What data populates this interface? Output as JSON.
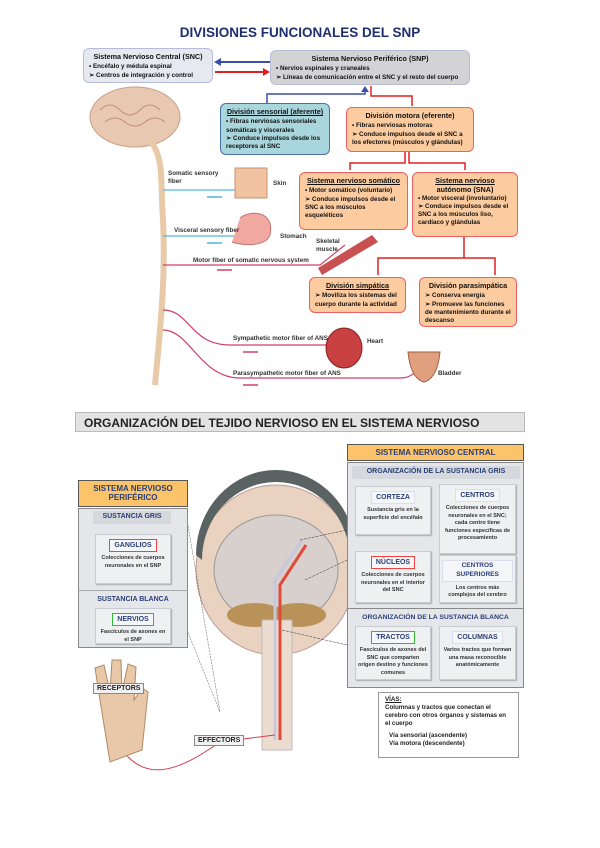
{
  "top": {
    "title": "DIVISIONES FUNCIONALES DEL SNP",
    "snc": {
      "title": "Sistema Nervioso Central  (SNC)",
      "items": [
        "• Encéfalo y médula espinal",
        "➢ Centros de integración y control"
      ]
    },
    "snp": {
      "title": "Sistema Nervioso Periférico (SNP)",
      "items": [
        "• Nervios espinales y craneales",
        "➢ Líneas de comunicación entre el SNC y el resto del cuerpo"
      ]
    },
    "sensorial": {
      "title": "División sensorial (aferente)",
      "items": [
        "• Fibras nerviosas sensoriales somáticas y viscerales",
        "➢ Conduce impulsos desde los receptores al SNC"
      ]
    },
    "motora": {
      "title": "División motora   (eferente)",
      "items": [
        "• Fibras nerviosas motoras",
        "➢ Conduce impulsos desde el SNC a los efectores (músculos y glándulas)"
      ]
    },
    "somatico": {
      "title": "Sistema nervioso somático",
      "items": [
        "• Motor somático (voluntario)",
        "➢ Conduce impulsos desde el SNC a los músculos esqueléticos"
      ]
    },
    "autonomo": {
      "title": "Sistema nervioso",
      "title2": "autónomo (SNA)",
      "items": [
        "• Motor visceral (involuntario)",
        "➢ Conduce impulsos desde el SNC a los músculos liso, cardíaco y glándulas"
      ]
    },
    "simpatica": {
      "title": "División simpática",
      "items": [
        "➢ Moviliza los sistemas del cuerpo durante la actividad"
      ]
    },
    "parasimpatica": {
      "title": "División parasimpática",
      "items": [
        "➢ Conserva energía",
        "➢ Promueve las funciones de mantenimiento durante el descanso"
      ]
    },
    "labels": {
      "somatic": "Somatic sensory fiber",
      "skin": "Skin",
      "visceral": "Visceral sensory fiber",
      "stomach": "Stomach",
      "skeletal": "Skeletal muscle",
      "motor": "Motor fiber of somatic nervous system",
      "sympathetic": "Sympathetic motor fiber of ANS",
      "heart": "Heart",
      "parasympathetic": "Parasympathetic motor fiber of ANS",
      "bladder": "Bladder"
    },
    "colors": {
      "afferent": "#3b4fa8",
      "efferent": "#e02020",
      "sensory_fiber": "#4fb6e0",
      "motor_fiber": "#d0406a"
    }
  },
  "bottom": {
    "title": "ORGANIZACIÓN DEL TEJIDO NERVIOSO EN EL SISTEMA NERVIOSO",
    "snc": {
      "header": "SISTEMA NERVIOSO CENTRAL",
      "gris": "ORGANIZACIÓN DE LA SUSTANCIA GRIS",
      "blanca": "ORGANIZACIÓN DE LA SUSTANCIA BLANCA",
      "corteza": {
        "k": "CORTEZA",
        "d": "Sustancia gris en la superficie del encéfalo"
      },
      "centros": {
        "k": "CENTROS",
        "d": "Colecciones de cuerpos neuronales en el SNC; cada centro tiene funciones específicas de procesamiento"
      },
      "nucleos": {
        "k": "NÚCLEOS",
        "d": "Colecciones de cuerpos neuronales en el interior del SNC"
      },
      "superiores": {
        "k": "CENTROS SUPERIORES",
        "d": "Los centros más complejos del cerebro"
      },
      "tractos": {
        "k": "TRACTOS",
        "d": "Fascículos de axones del SNC que comparten origen destino y funciones comunes"
      },
      "columnas": {
        "k": "COLUMNAS",
        "d": "Varios tractos que forman una masa reconocible anatómicamente"
      }
    },
    "snp": {
      "header": "SISTEMA NERVIOSO PERIFÉRICO",
      "gris": "SUSTANCIA GRIS",
      "blanca": "SUSTANCIA BLANCA",
      "ganglios": {
        "k": "GANGLIOS",
        "d": "Colecciones de cuerpos neuronales en el SNP"
      },
      "nervios": {
        "k": "NERVIOS",
        "d": "Fascículos de axones en el SNP"
      }
    },
    "receptors": "RECEPTORS",
    "effectors": "EFFECTORS",
    "vias": {
      "title": "VÍAS:",
      "desc": "Columnas y tractos que conectan el cerebro con otros órganos y sistemas en el cuerpo",
      "sensorial": "Vía sensorial (ascendente)",
      "motora": "Vía motora (descendente)",
      "sensorial_color": "#e04a3a",
      "motora_color": "#c8c8dc"
    }
  }
}
